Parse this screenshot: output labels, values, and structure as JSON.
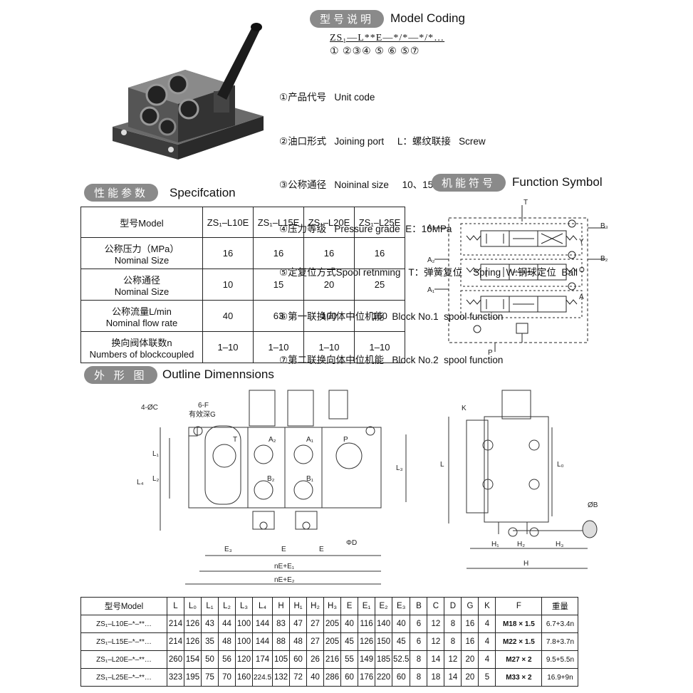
{
  "model_coding": {
    "pill": "型号说明",
    "title": "Model Coding",
    "code_top": "ZS₁—L**E—*/*—*/*…",
    "code_nums": "①  ②③④  ⑤  ⑥  ⑤⑦",
    "legend": [
      "①产品代号   Unit code",
      "②油口形式   Joining port     L：螺纹联接   Screw",
      "③公称通径   Noininal size     10、15、20、25",
      "④压力等级   Pressure grade  E：16MPa",
      "⑤定复位方式Spool retnming   T：弹簧复位    Spring  W:钢球定位  Ball",
      "⑥第一联换向体中位机能   Block No.1  spool function",
      "⑦第二联换向体中位机能   Block No.2  spool function"
    ]
  },
  "specification": {
    "pill": "性能参数",
    "title": "Specifcation",
    "header": [
      "型号Model",
      "ZS₁–L10E",
      "ZS₁–L15E",
      "ZS₁–L20E",
      "ZS₁–L25E"
    ],
    "rows": [
      {
        "cn": "公称压力（MPa）",
        "en": "Nominal Size",
        "values": [
          "16",
          "16",
          "16",
          "16"
        ]
      },
      {
        "cn": "公称通径",
        "en": "Nominal Size",
        "values": [
          "10",
          "15",
          "20",
          "25"
        ]
      },
      {
        "cn": "公称流量L/min",
        "en": "Nominal flow rate",
        "values": [
          "40",
          "63",
          "100",
          "160"
        ]
      },
      {
        "cn": "换向阀体联数n",
        "en": "Numbers of blockcoupled",
        "values": [
          "1–10",
          "1–10",
          "1–10",
          "1–10"
        ]
      }
    ]
  },
  "function_symbol": {
    "pill": "机能符号",
    "title": "Function Symbol",
    "labels": {
      "T": "T",
      "P": "P",
      "A3": "A₃",
      "A2": "A₂",
      "A1": "A₁",
      "B3": "B₃",
      "B2": "B₂",
      "Y": "Y",
      "O": "O",
      "A": "A"
    }
  },
  "outline": {
    "pill": "外 形 图",
    "title": "Outline Dimennsions",
    "labels": {
      "c": "4-ØC",
      "f": "6-F",
      "g": "有效深G",
      "T": "T",
      "A2": "A₂",
      "A1": "A₁",
      "P": "P",
      "B2": "B₂",
      "B1": "B₁",
      "L1": "L₁",
      "L2": "L₂",
      "L3": "L₃",
      "L4": "L₄",
      "D": "ΦD",
      "E3": "E₃",
      "E": "E",
      "nE1": "nE+E₁",
      "nE2": "nE+E₂",
      "K": "K",
      "L": "L",
      "L0": "L₀",
      "B": "ØB",
      "H1": "H₁",
      "H2": "H₂",
      "H3": "H₃",
      "H": "H"
    }
  },
  "dimensions": {
    "header": [
      "型号Model",
      "L",
      "L₀",
      "L₁",
      "L₂",
      "L₃",
      "L₄",
      "H",
      "H₁",
      "H₂",
      "H₃",
      "E",
      "E₁",
      "E₂",
      "E₃",
      "B",
      "C",
      "D",
      "G",
      "K",
      "F",
      "重量"
    ],
    "rows": [
      [
        "ZS₁–L10E–*–**…",
        "214",
        "126",
        "43",
        "44",
        "100",
        "144",
        "83",
        "47",
        "27",
        "205",
        "40",
        "116",
        "140",
        "40",
        "6",
        "12",
        "8",
        "16",
        "4",
        "M18 × 1.5",
        "6.7+3.4n"
      ],
      [
        "ZS₁–L15E–*–**…",
        "214",
        "126",
        "35",
        "48",
        "100",
        "144",
        "88",
        "48",
        "27",
        "205",
        "45",
        "126",
        "150",
        "45",
        "6",
        "12",
        "8",
        "16",
        "4",
        "M22 × 1.5",
        "7.8+3.7n"
      ],
      [
        "ZS₁–L20E–*–**…",
        "260",
        "154",
        "50",
        "56",
        "120",
        "174",
        "105",
        "60",
        "26",
        "216",
        "55",
        "149",
        "185",
        "52.5",
        "8",
        "14",
        "12",
        "20",
        "4",
        "M27 × 2",
        "9.5+5.5n"
      ],
      [
        "ZS₁–L25E–*–**…",
        "323",
        "195",
        "75",
        "70",
        "160",
        "224.5",
        "132",
        "72",
        "40",
        "286",
        "60",
        "176",
        "220",
        "60",
        "8",
        "18",
        "14",
        "20",
        "5",
        "M33 × 2",
        "16.9+9n"
      ]
    ]
  }
}
